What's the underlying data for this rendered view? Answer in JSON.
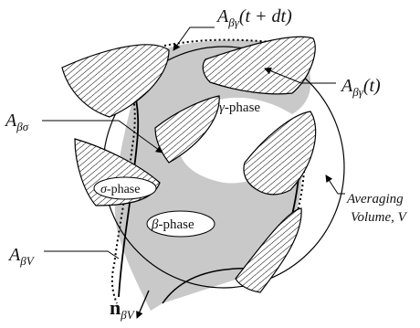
{
  "labels": {
    "a_bg_t_dt": {
      "main": "A",
      "sub": "βγ",
      "tail": "(t + dt)"
    },
    "a_bg_t": {
      "main": "A",
      "sub": "βγ",
      "tail": "(t)"
    },
    "a_bs": {
      "main": "A",
      "sub": "βσ"
    },
    "gamma_phase": {
      "prefix": "γ",
      "suffix": "-phase"
    },
    "sigma_phase": {
      "prefix": "σ",
      "suffix": "-phase"
    },
    "beta_phase": {
      "prefix": "β",
      "suffix": "-phase"
    },
    "averaging_volume": {
      "line1": "Averaging",
      "line2": "Volume, V"
    },
    "a_bv": {
      "main": "A",
      "sub": "βV"
    },
    "n_bv": {
      "main": "n",
      "sub": "βV"
    }
  },
  "colors": {
    "beta_fill": "#c9c9c9",
    "stroke": "#000000",
    "background": "#ffffff"
  }
}
